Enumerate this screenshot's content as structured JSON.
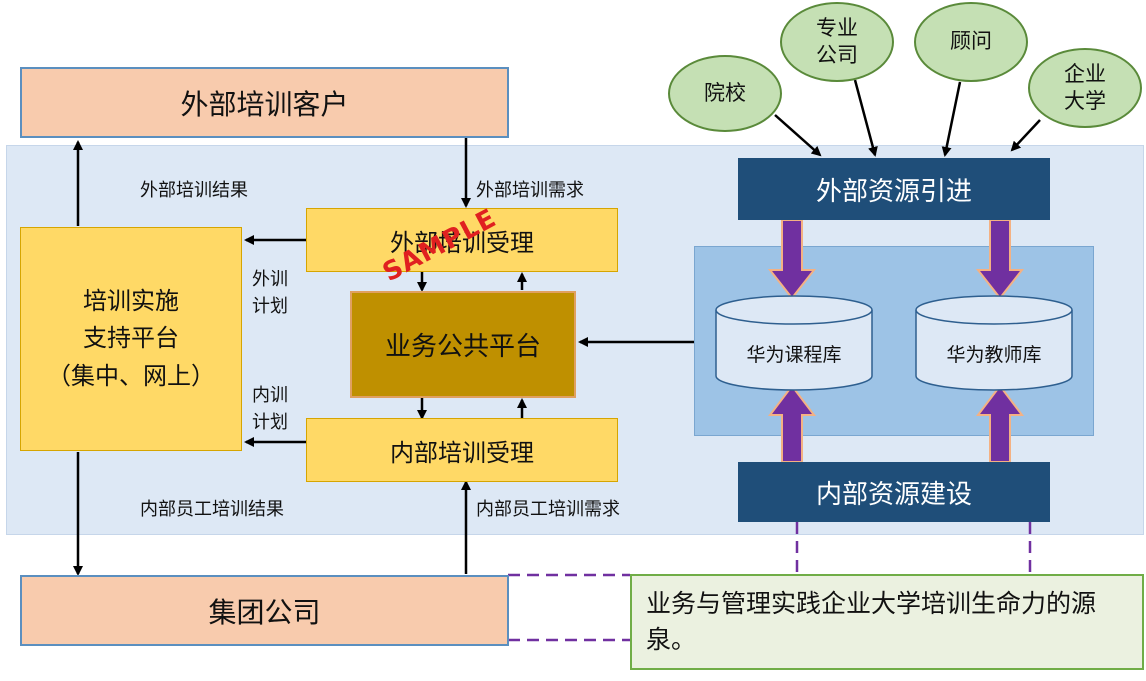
{
  "boxes": {
    "external_client": "外部培训客户",
    "group_company": "集团公司",
    "platform": "培训实施\n支持平台\n（集中、网上）",
    "external_accept": "外部培训受理",
    "internal_accept": "内部培训受理",
    "business_platform": "业务公共平台",
    "external_resource": "外部资源引进",
    "internal_resource": "内部资源建设"
  },
  "databases": {
    "course": "华为课程库",
    "teacher": "华为教师库"
  },
  "bubbles": {
    "college": "院校",
    "company": "专业\n公司",
    "consultant": "顾问",
    "corp_university": "企业\n大学"
  },
  "labels": {
    "external_result": "外部培训结果",
    "external_demand": "外部培训需求",
    "external_plan": "外训\n计划",
    "internal_plan": "内训\n计划",
    "internal_result": "内部员工培训结果",
    "internal_demand": "内部员工培训需求"
  },
  "note": "业务与管理实践企业大学培训生命力的源泉。",
  "watermark": "SAMPLE",
  "colors": {
    "salmon": "#f8cbad",
    "yellow": "#ffd966",
    "gold": "#bf9000",
    "navy": "#1f4e79",
    "bubble_green": "#c5e0b4",
    "purple_arrow": "#7030a0",
    "dashed_purple": "#7030a0"
  }
}
